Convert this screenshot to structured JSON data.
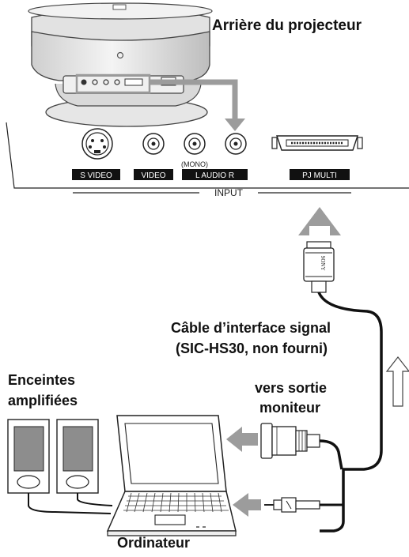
{
  "labels": {
    "projector_rear": "Arrière du projecteur",
    "cable_line1": "Câble d’interface signal",
    "cable_line2": "(SIC-HS30, non fourni)",
    "speakers_line1": "Enceintes",
    "speakers_line2": "amplifiées",
    "monitor_line1": "vers sortie",
    "monitor_line2": "moniteur",
    "computer": "Ordinateur"
  },
  "panel": {
    "ports": {
      "s_video": "S VIDEO",
      "video": "VIDEO",
      "audio": "L  AUDIO  R",
      "mono": "(MONO)",
      "pj_multi": "PJ MULTI"
    },
    "input": "INPUT"
  },
  "connector": {
    "brand": "SONY"
  }
}
